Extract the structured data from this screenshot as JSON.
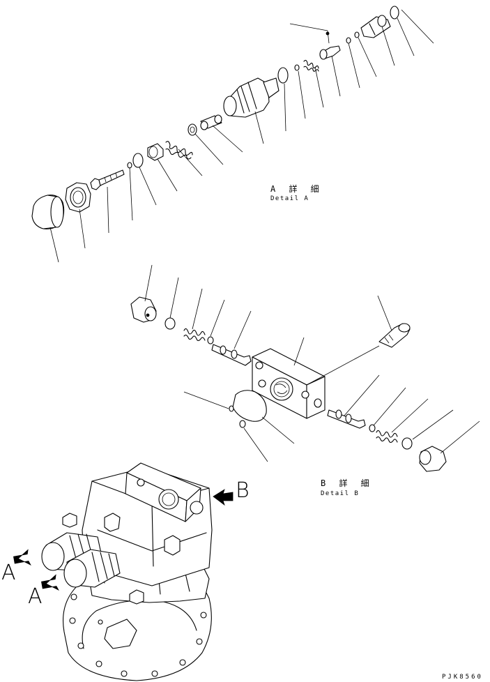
{
  "detail_a": {
    "title_jp": "A 詳 細",
    "title_en": "Detail A"
  },
  "detail_b": {
    "title_jp": "B 詳 細",
    "title_en": "Detail B"
  },
  "view_arrows": {
    "b": "B",
    "a_upper": "A",
    "a_lower": "A"
  },
  "drawing_code": "PJK8560"
}
